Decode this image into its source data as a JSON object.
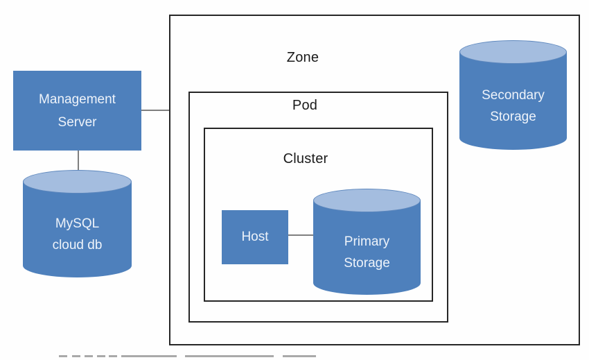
{
  "diagram": {
    "containers": {
      "zone": {
        "label": "Zone"
      },
      "pod": {
        "label": "Pod"
      },
      "cluster": {
        "label": "Cluster"
      }
    },
    "nodes": {
      "management_server": {
        "shape": "box",
        "line1": "Management",
        "line2": "Server"
      },
      "mysql_cloud_db": {
        "shape": "cylinder",
        "line1": "MySQL",
        "line2": "cloud db"
      },
      "host": {
        "shape": "box",
        "label": "Host"
      },
      "primary_storage": {
        "shape": "cylinder",
        "line1": "Primary",
        "line2": "Storage"
      },
      "secondary_storage": {
        "shape": "cylinder",
        "line1": "Secondary",
        "line2": "Storage"
      }
    },
    "connections": [
      {
        "from": "management_server",
        "to": "zone"
      },
      {
        "from": "management_server",
        "to": "mysql_cloud_db"
      },
      {
        "from": "host",
        "to": "primary_storage"
      }
    ],
    "colors": {
      "node_fill": "#4e80bc",
      "cylinder_top_fill": "#a4bddf",
      "cylinder_rim": "#5d87bd",
      "container_border": "#262626",
      "connector_line": "#7f7f7f",
      "container_label_text": "#1a1a1a",
      "node_label_text": "#eef3fa",
      "background": "#fefefe"
    }
  }
}
